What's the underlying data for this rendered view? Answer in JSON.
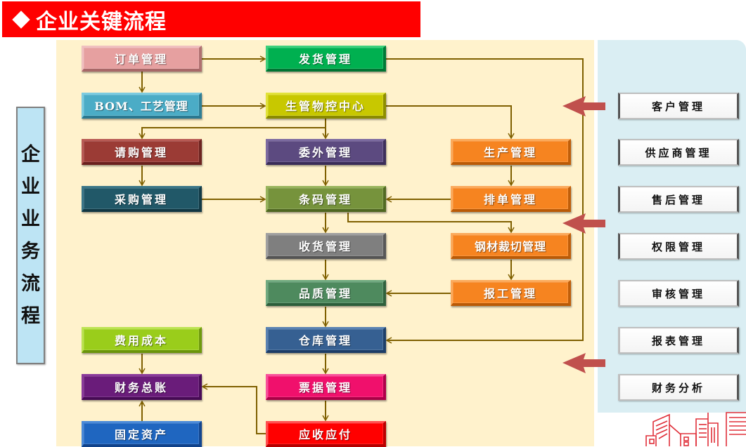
{
  "header": {
    "bullet_icon": "diamond",
    "title": "企业关键流程",
    "color": "#ff0000"
  },
  "side_label": {
    "chars": [
      "企",
      "业",
      "业",
      "务",
      "流",
      "程"
    ],
    "text": "企业业务流程"
  },
  "flow": {
    "boxes": [
      {
        "id": "order",
        "label": "订单管理",
        "color": "#e6a0a0"
      },
      {
        "id": "bom",
        "label": "BOM、工艺管理",
        "color": "#4bacc6"
      },
      {
        "id": "requisition",
        "label": "请购管理",
        "color": "#9b3b35"
      },
      {
        "id": "purchase",
        "label": "采购管理",
        "color": "#215868"
      },
      {
        "id": "expense",
        "label": "费用成本",
        "color": "#9acd1b"
      },
      {
        "id": "ledger",
        "label": "财务总账",
        "color": "#6a1c7a"
      },
      {
        "id": "fixed_assets",
        "label": "固定资产",
        "color": "#1f66c0"
      },
      {
        "id": "shipping",
        "label": "发货管理",
        "color": "#00b050"
      },
      {
        "id": "pmc",
        "label": "生管物控中心",
        "color": "#c8c800"
      },
      {
        "id": "outsource",
        "label": "委外管理",
        "color": "#5c4a80"
      },
      {
        "id": "barcode",
        "label": "条码管理",
        "color": "#76933c"
      },
      {
        "id": "receiving",
        "label": "收货管理",
        "color": "#7f7f7f"
      },
      {
        "id": "quality",
        "label": "品质管理",
        "color": "#4e8a5e"
      },
      {
        "id": "warehouse",
        "label": "仓库管理",
        "color": "#366092"
      },
      {
        "id": "bills",
        "label": "票据管理",
        "color": "#f0106c"
      },
      {
        "id": "ar_ap",
        "label": "应收应付",
        "color": "#ff0000"
      },
      {
        "id": "production",
        "label": "生产管理",
        "color": "#f68420"
      },
      {
        "id": "scheduling",
        "label": "排单管理",
        "color": "#f68420"
      },
      {
        "id": "steel_cutting",
        "label": "钢材裁切管理",
        "color": "#f68420"
      },
      {
        "id": "work_report",
        "label": "报工管理",
        "color": "#f68420"
      }
    ],
    "connector_color": "#7f6000",
    "arrow_color": "#c0504d"
  },
  "side_modules": [
    {
      "label": "客户管理"
    },
    {
      "label": "供应商管理"
    },
    {
      "label": "售后管理"
    },
    {
      "label": "权限管理"
    },
    {
      "label": "审核管理"
    },
    {
      "label": "报表管理"
    },
    {
      "label": "财务分析"
    }
  ],
  "colors": {
    "cream_bg": "#fff2cc",
    "panel_bg": "#daeef3",
    "side_label_bg": "#bde4f4"
  }
}
